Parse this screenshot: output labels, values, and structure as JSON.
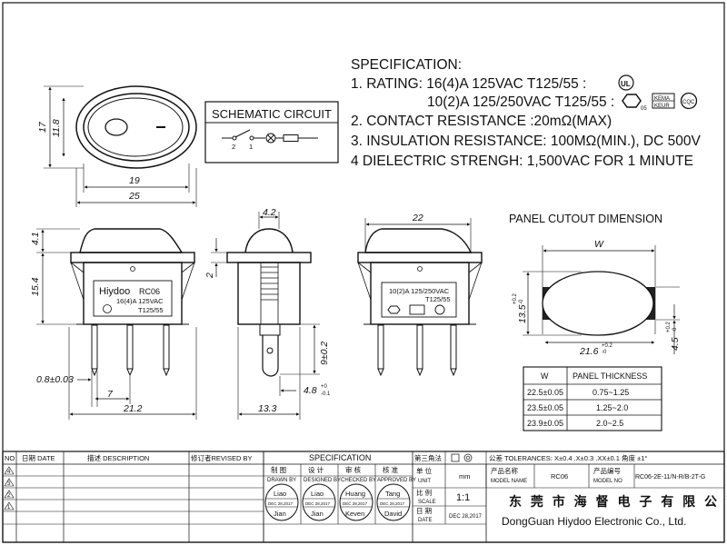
{
  "specification": {
    "title": "SPECIFICATION:",
    "rating_line1": "1. RATING: 16(4)A 125VAC T125/55 :",
    "rating_line2": "10(2)A 125/250VAC T125/55 :",
    "contact_resistance": "2. CONTACT RESISTANCE :20mΩ(MAX)",
    "insulation_resistance": "3. INSULATION RESISTANCE: 100MΩ(MIN.), DC 500V",
    "dielectric_strength": "4 DIELECTRIC STRENGH: 1,500VAC FOR 1 MINUTE"
  },
  "cert_marks": {
    "ul": "UL",
    "enec": "05",
    "kema": "KEMA",
    "keur": "KEUR",
    "cqc": "CQC"
  },
  "schematic": {
    "title": "SCHEMATIC CIRCUIT",
    "pin2": "2",
    "pin1": "1"
  },
  "top_view": {
    "dim_height": "17",
    "dim_lens_height": "11.8",
    "dim_lens_width": "19",
    "dim_width": "25"
  },
  "front_view": {
    "dim_cap": "4.1",
    "dim_body": "15.4",
    "dim_pitch_x": "0.8±0.03",
    "dim_pin_pitch": "7",
    "dim_total": "21.2",
    "label_brand": "Hiydoo",
    "label_model": "RC06",
    "label_rating": "16(4)A 125VAC",
    "label_temp": "T125/55"
  },
  "side_view": {
    "dim_top": "4.2",
    "dim_2": "2",
    "dim_pin_len": "9±0.2",
    "dim_tab": "4.8",
    "dim_tab_tol_up": "+0",
    "dim_tab_tol_down": "-0.1",
    "dim_width": "13.3"
  },
  "back_view": {
    "dim_width": "22",
    "label_rating": "10(2)A 125/250VAC",
    "label_temp": "T125/55"
  },
  "panel_cutout": {
    "title": "PANEL CUTOUT DIMENSION",
    "label_w": "W",
    "dim_height": "13.5",
    "dim_height_tol": "+0.2",
    "dim_height_tol_low": "-0",
    "dim_width": "21.6",
    "dim_width_tol": "+0.2",
    "dim_width_tol_low": "-0",
    "dim_depth": "4.5",
    "dim_depth_tol": "+0.2",
    "dim_depth_tol_low": "-0",
    "table_headers": [
      "W",
      "PANEL THICKNESS"
    ],
    "table_rows": [
      [
        "22.5±0.05",
        "0.75~1.25"
      ],
      [
        "23.5±0.05",
        "1.25~2.0"
      ],
      [
        "23.9±0.05",
        "2.0~2.5"
      ]
    ]
  },
  "title_block": {
    "col_no": "NO",
    "col_date": "日期 DATE",
    "col_desc": "描述 DESCRIPTION",
    "col_revised": "修订者REVISED BY",
    "rows": [
      "4",
      "3",
      "2",
      "1"
    ],
    "specification": "SPECIFICATION",
    "projection": "第三角法",
    "tolerances": "公差 TOLERANCES: X±0.4 .X±0.3 .XX±0.1 角度 ±1°",
    "drawn_by": "制 图",
    "drawn_by_en": "DRAWN BY",
    "designed_by": "设 计",
    "designed_by_en": "DESIGNED BY",
    "checked_by": "审 核",
    "checked_by_en": "CHECKED BY",
    "approved_by": "核 准",
    "approved_by_en": "APPROVED BY",
    "unit": "单 位",
    "unit_en": "UNIT",
    "unit_value": "mm",
    "model_name": "产品名称",
    "model_name_en": "MODEL NAME",
    "model_name_value": "RC06",
    "model_no": "产品编号",
    "model_no_en": "MODEL NO",
    "model_no_value": "RC06-2E-11/N-R/B-2T-G",
    "scale": "比 例",
    "scale_en": "SCALE",
    "scale_value": "1:1",
    "date": "日 期",
    "date_en": "DATE",
    "date_value": "DEC 28,2017",
    "stamps": [
      {
        "top": "Liao",
        "date": "DEC 28,2017",
        "bottom": "Jian"
      },
      {
        "top": "Liao",
        "date": "DEC 28,2017",
        "bottom": "Jian"
      },
      {
        "top": "Huang",
        "date": "DEC 28,2017",
        "bottom": "Keven"
      },
      {
        "top": "Tang",
        "date": "DEC 28,2017",
        "bottom": "David"
      }
    ],
    "company_cn": "东 莞 市 海 督 电 子 有 限 公 司",
    "company_en": "DongGuan Hiydoo Electronic  Co., Ltd."
  }
}
